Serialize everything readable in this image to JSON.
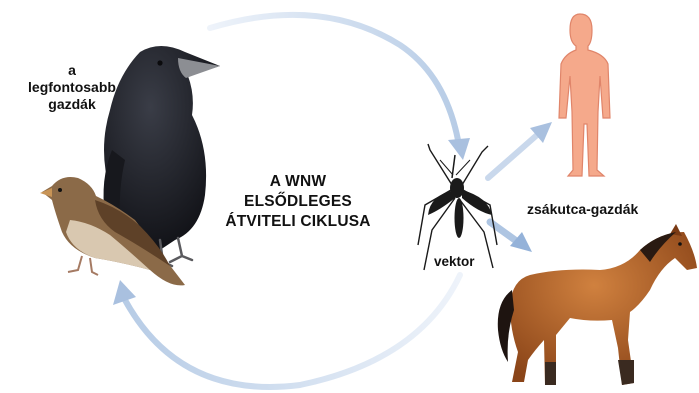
{
  "labels": {
    "main_hosts": [
      "a",
      "legfontosabb",
      "gazdák"
    ],
    "cycle_title": [
      "A WNW",
      "ELSŐDLEGES",
      "ÁTVITELI CIKLUSA"
    ],
    "vector": "vektor",
    "dead_end_hosts": "zsákutca-gazdák"
  },
  "icons": [
    "crow-icon",
    "sparrow-icon",
    "mosquito-icon",
    "human-silhouette-icon",
    "horse-icon"
  ],
  "colors": {
    "arrow": "#b9cde6",
    "arrow_head": "#a9c0df",
    "human": "#f5a98b",
    "human_outline": "#e0856a",
    "horse": "#b3612a",
    "crow": "#1e2026",
    "text": "#111111"
  }
}
